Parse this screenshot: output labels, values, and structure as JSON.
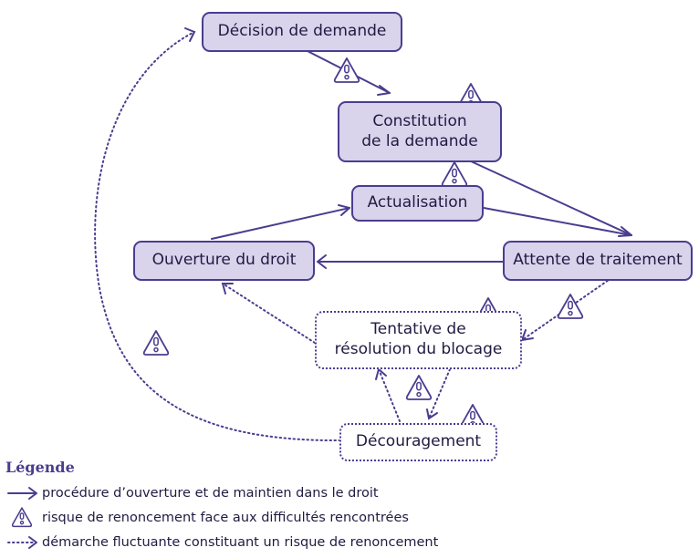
{
  "nodes": {
    "decision": "Décision de demande",
    "constitution_line1": "Constitution",
    "constitution_line2": "de la demande",
    "actualisation": "Actualisation",
    "ouverture": "Ouverture du droit",
    "attente": "Attente de traitement",
    "tentative_line1": "Tentative de",
    "tentative_line2": "résolution du blocage",
    "decouragement": "Découragement"
  },
  "legend": {
    "title": "Légende",
    "items": [
      {
        "symbol": "solid-arrow",
        "text": "procédure d’ouverture et de maintien dans le droit"
      },
      {
        "symbol": "warning-icon",
        "text": "risque de renoncement face aux difficultés rencontrées"
      },
      {
        "symbol": "dotted-arrow",
        "text": "démarche fluctuante constituant un risque de renoncement"
      }
    ]
  },
  "colors": {
    "stroke": "#4a3d8f",
    "box_fill": "#d9d3ec",
    "text": "#231a42"
  }
}
